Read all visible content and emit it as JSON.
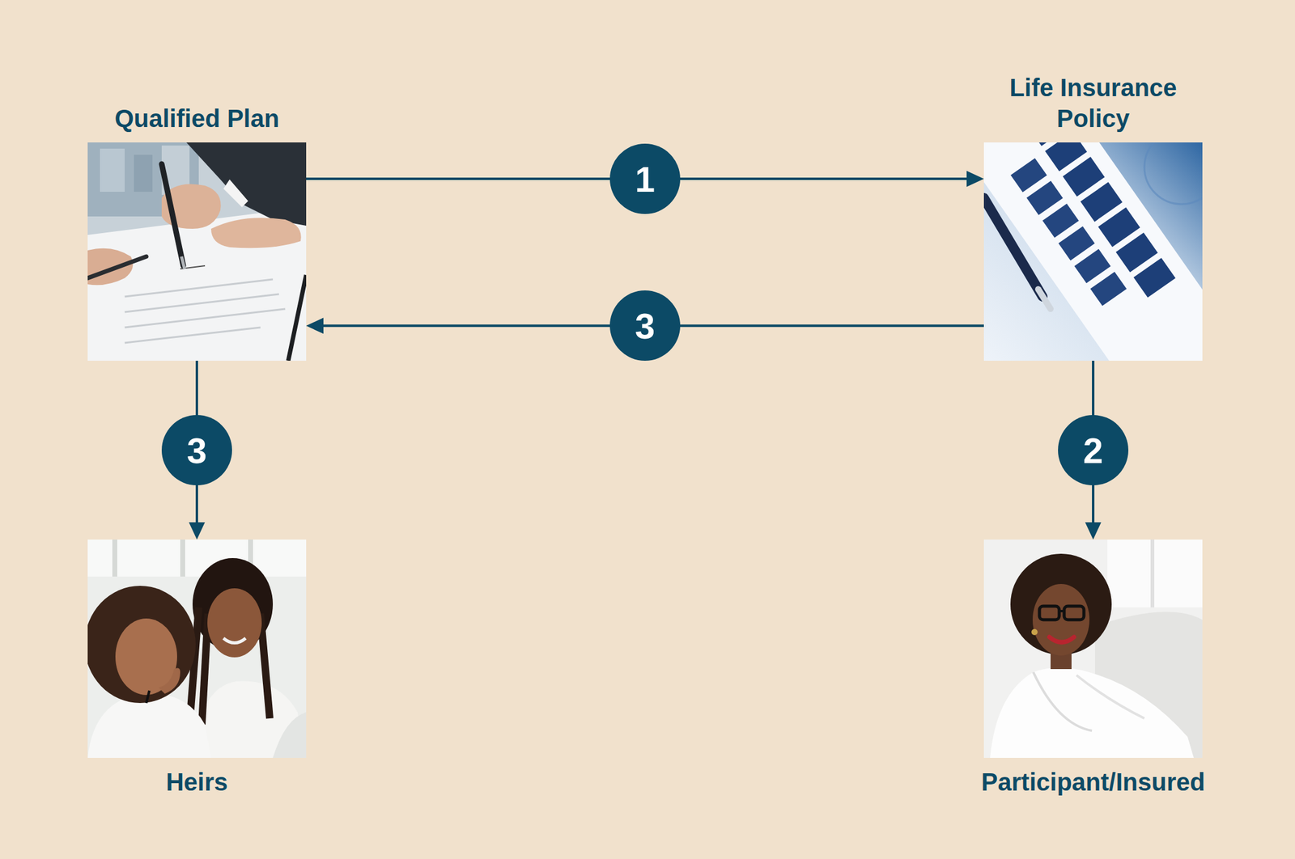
{
  "diagram": {
    "nodes": [
      {
        "text": [
          "Qualified Plan"
        ]
      },
      {
        "text": [
          "Life Insurance Policy"
        ]
      },
      {
        "text": [
          "Heirs"
        ]
      },
      {
        "text": [
          "Participant/Insured"
        ]
      }
    ],
    "edges": [
      {
        "from": 0,
        "to": 1,
        "arrow": "to",
        "label": "1"
      },
      {
        "from": 1,
        "to": 0,
        "arrow": "to",
        "label": "3"
      },
      {
        "from": 0,
        "to": 2,
        "arrow": "to",
        "label": "3"
      },
      {
        "from": 1,
        "to": 3,
        "arrow": "to",
        "label": "2"
      }
    ]
  }
}
